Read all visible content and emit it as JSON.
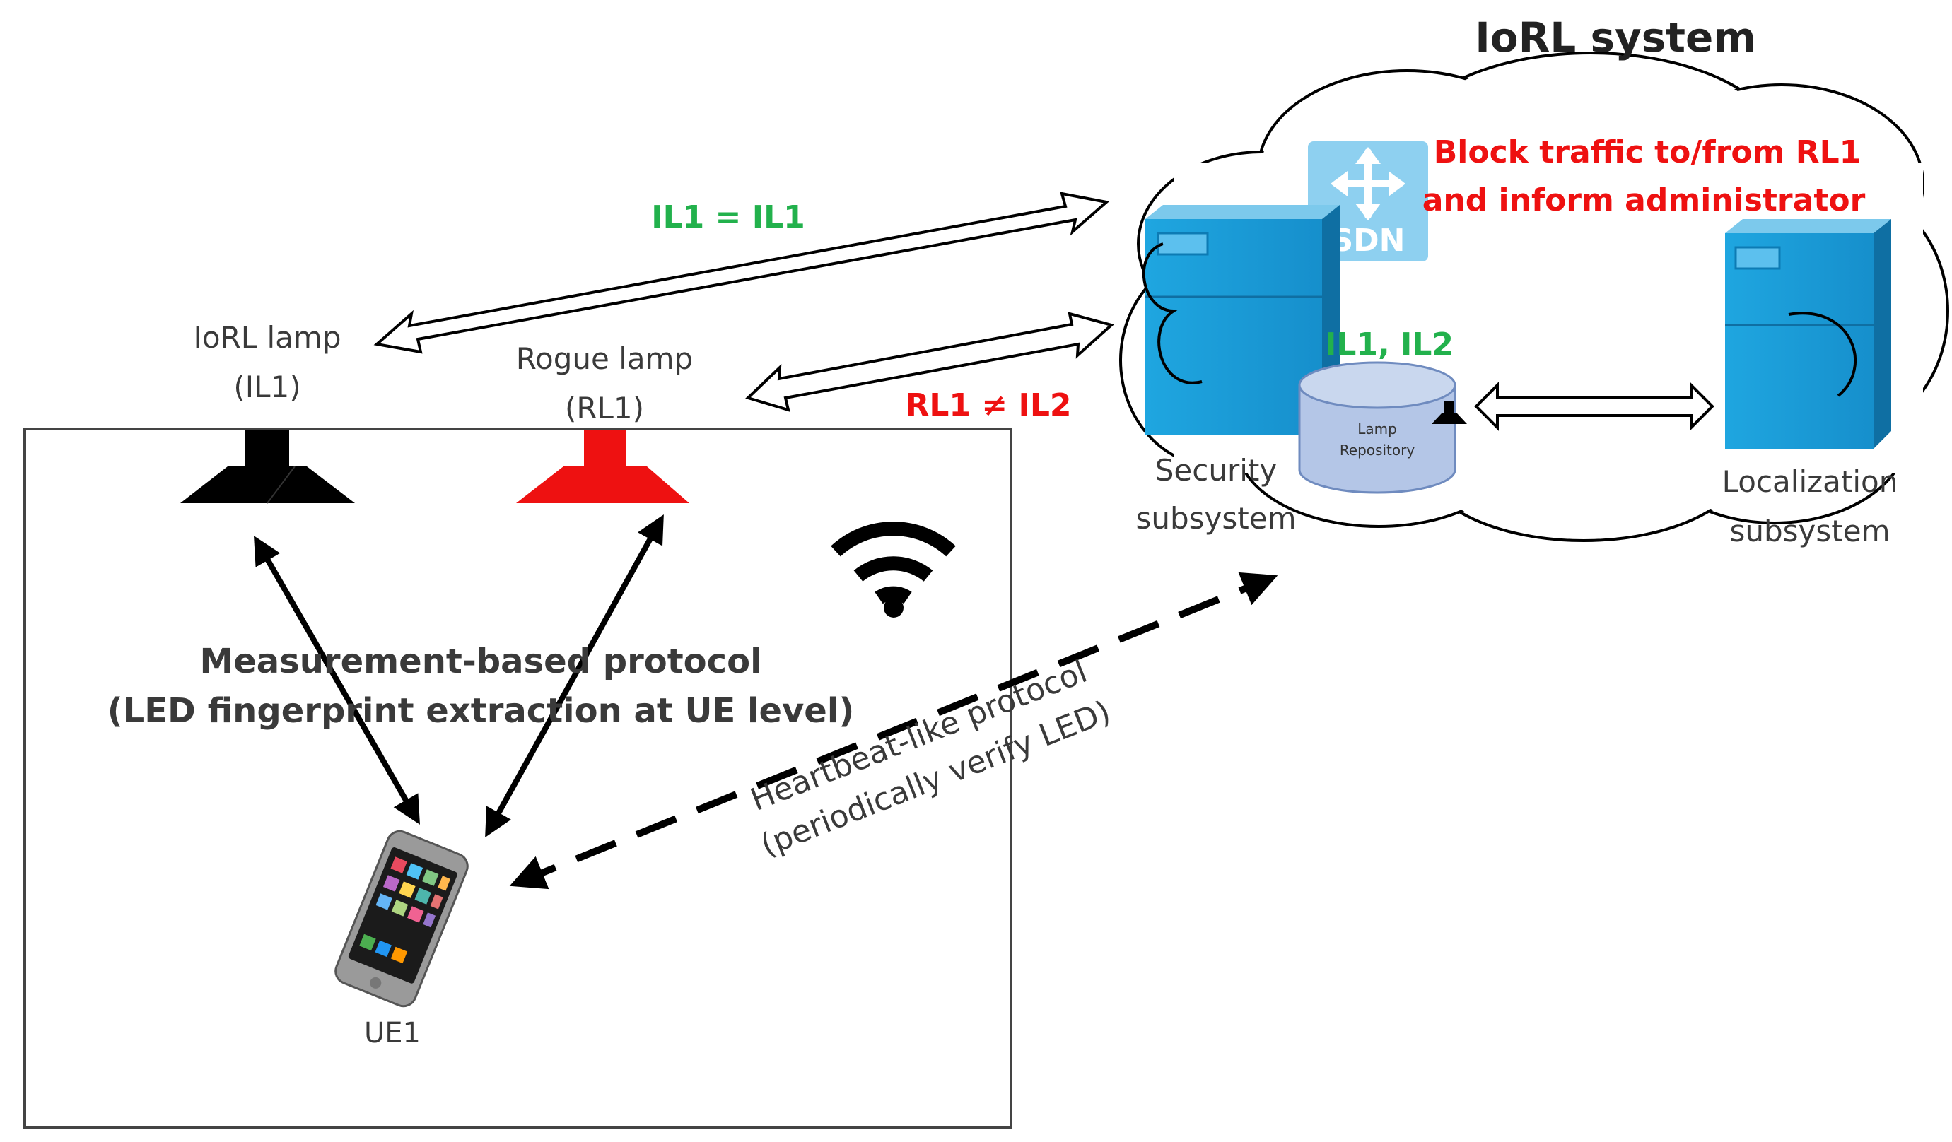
{
  "title": "IoRL system",
  "sdn_label": "SDN",
  "block_msg": {
    "line1": "Block traffic to/from RL1",
    "line2": "and inform administrator"
  },
  "match_label": "IL1 = IL1",
  "mismatch_label": "RL1 ≠ IL2",
  "repo_ids_label": "IL1, IL2",
  "repository": {
    "line1": "Lamp",
    "line2": "Repository"
  },
  "iorl_lamp": {
    "line1": "IoRL lamp",
    "line2": "(IL1)"
  },
  "rogue_lamp": {
    "line1": "Rogue lamp",
    "line2": "(RL1)"
  },
  "security": {
    "line1": "Security",
    "line2": "subsystem"
  },
  "localization": {
    "line1": "Localization",
    "line2": "subsystem"
  },
  "measurement_protocol": {
    "line1": "Measurement-based protocol",
    "line2": "(LED fingerprint extraction at UE level)"
  },
  "heartbeat_protocol": {
    "line1": "Heartbeat-like protocol",
    "line2": "(periodically verify LED)"
  },
  "ue_label": "UE1",
  "icons": {
    "wifi": "wifi-icon",
    "router": "router-icon",
    "phone": "smartphone-icon",
    "lamp": "ceiling-lamp-icon",
    "server": "server-tower-icon",
    "database": "database-cylinder-icon"
  },
  "colors": {
    "match_text": "#22b14c",
    "alert_text": "#ee1111",
    "rogue_lamp": "#ee1111",
    "iorl_lamp": "#000000",
    "server": "#1b9bd7",
    "repository": "#b4c6e7"
  }
}
